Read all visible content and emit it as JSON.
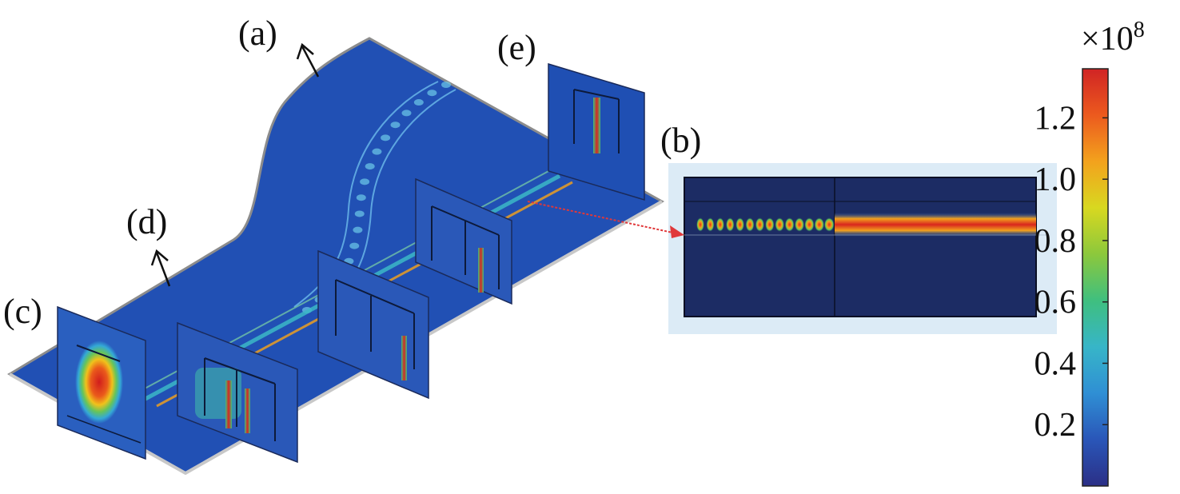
{
  "labels": {
    "a": "(a)",
    "b": "(b)",
    "c": "(c)",
    "d": "(d)",
    "e": "(e)"
  },
  "colorbar": {
    "multiplier_base": "×10",
    "multiplier_exp": "8",
    "ticks": [
      "1.2",
      "1.0",
      "0.8",
      "0.6",
      "0.4",
      "0.2"
    ],
    "tick_values": [
      1.2,
      1.0,
      0.8,
      0.6,
      0.4,
      0.2
    ],
    "range": [
      0.0,
      1.36
    ],
    "stops": [
      "#2b2f86",
      "#2a56b8",
      "#2f8fd4",
      "#37b5c8",
      "#3fbf7f",
      "#8cc83c",
      "#d8d820",
      "#f3a21d",
      "#ec5a1e",
      "#d02424"
    ]
  },
  "colors": {
    "field_background": "#2150b4",
    "zoom_background": "#1c2c64",
    "zoom_frame": "#dcebf6",
    "hot": "#d9261c",
    "pointer": "#e0383a"
  }
}
